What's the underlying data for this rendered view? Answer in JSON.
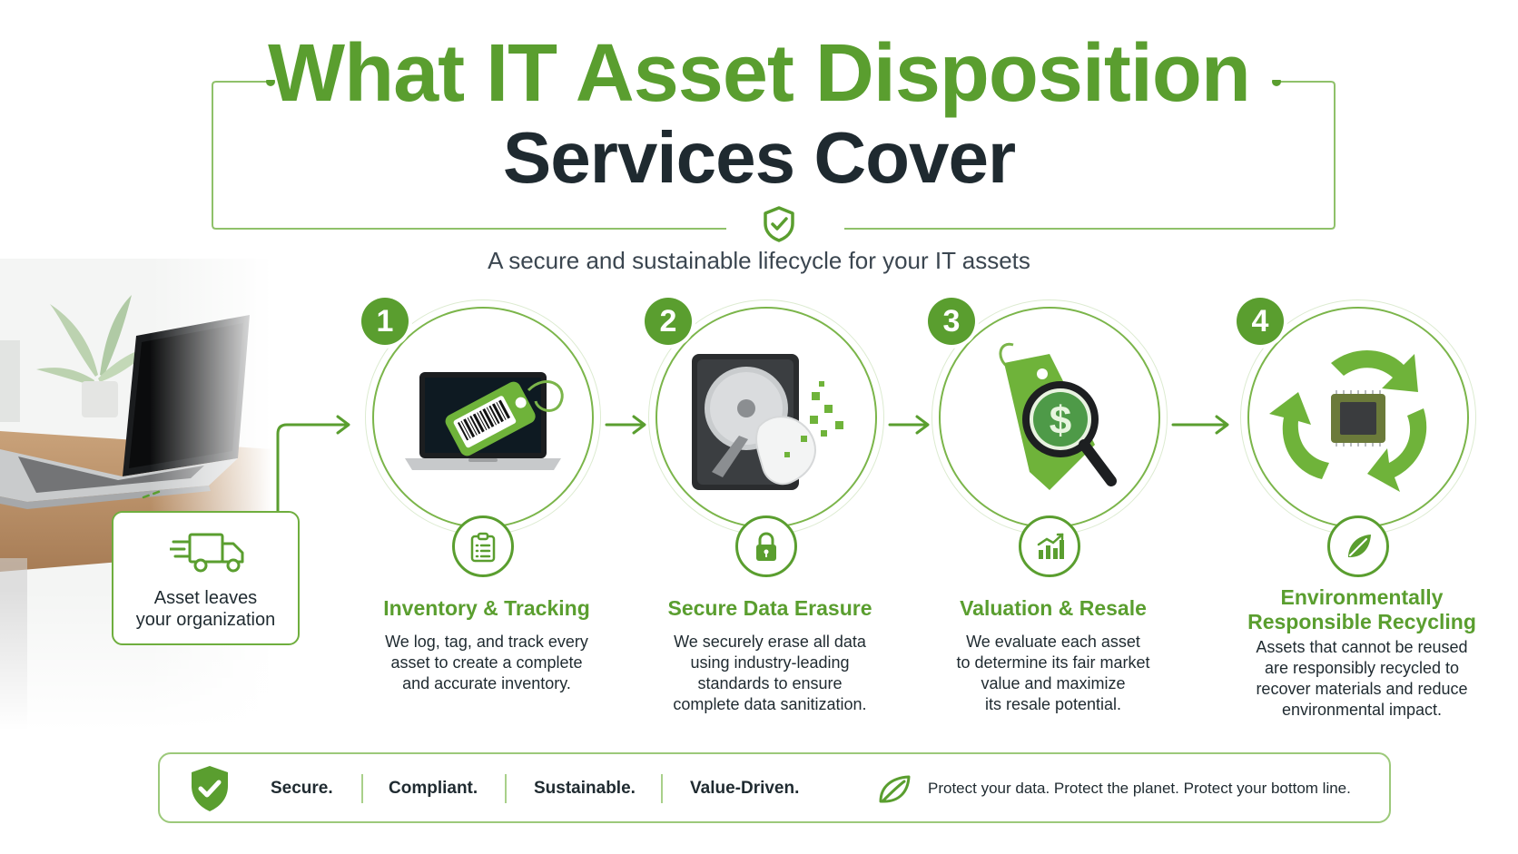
{
  "header": {
    "title_line1": "What IT Asset Disposition",
    "title_line2": "Services Cover",
    "subtitle": "A secure and sustainable lifecycle for your IT assets"
  },
  "start": {
    "label_line1": "Asset leaves",
    "label_line2": "your organization"
  },
  "steps": [
    {
      "number": "1",
      "title": "Inventory & Tracking",
      "description": "We log, tag, and track every\nasset to create a complete\nand accurate inventory.",
      "badge_icon": "clipboard-icon"
    },
    {
      "number": "2",
      "title": "Secure Data Erasure",
      "description": "We securely erase all data\nusing industry-leading\nstandards to ensure\ncomplete data sanitization.",
      "badge_icon": "lock-icon"
    },
    {
      "number": "3",
      "title": "Valuation & Resale",
      "description": "We evaluate each asset\nto determine its fair market\nvalue and maximize\nits resale potential.",
      "badge_icon": "bar-chart-icon"
    },
    {
      "number": "4",
      "title": "Environmentally\nResponsible Recycling",
      "description": "Assets that cannot be reused\nare responsibly recycled to\nrecover materials and reduce\nenvironmental impact.",
      "badge_icon": "leaf-icon"
    }
  ],
  "footer": {
    "values": [
      "Secure.",
      "Compliant.",
      "Sustainable.",
      "Value-Driven."
    ],
    "tagline": "Protect your data. Protect the planet. Protect your bottom line."
  },
  "colors": {
    "brand_green": "#5a9e2f",
    "dark_text": "#1f2a30",
    "light_green": "#7bb54a"
  }
}
